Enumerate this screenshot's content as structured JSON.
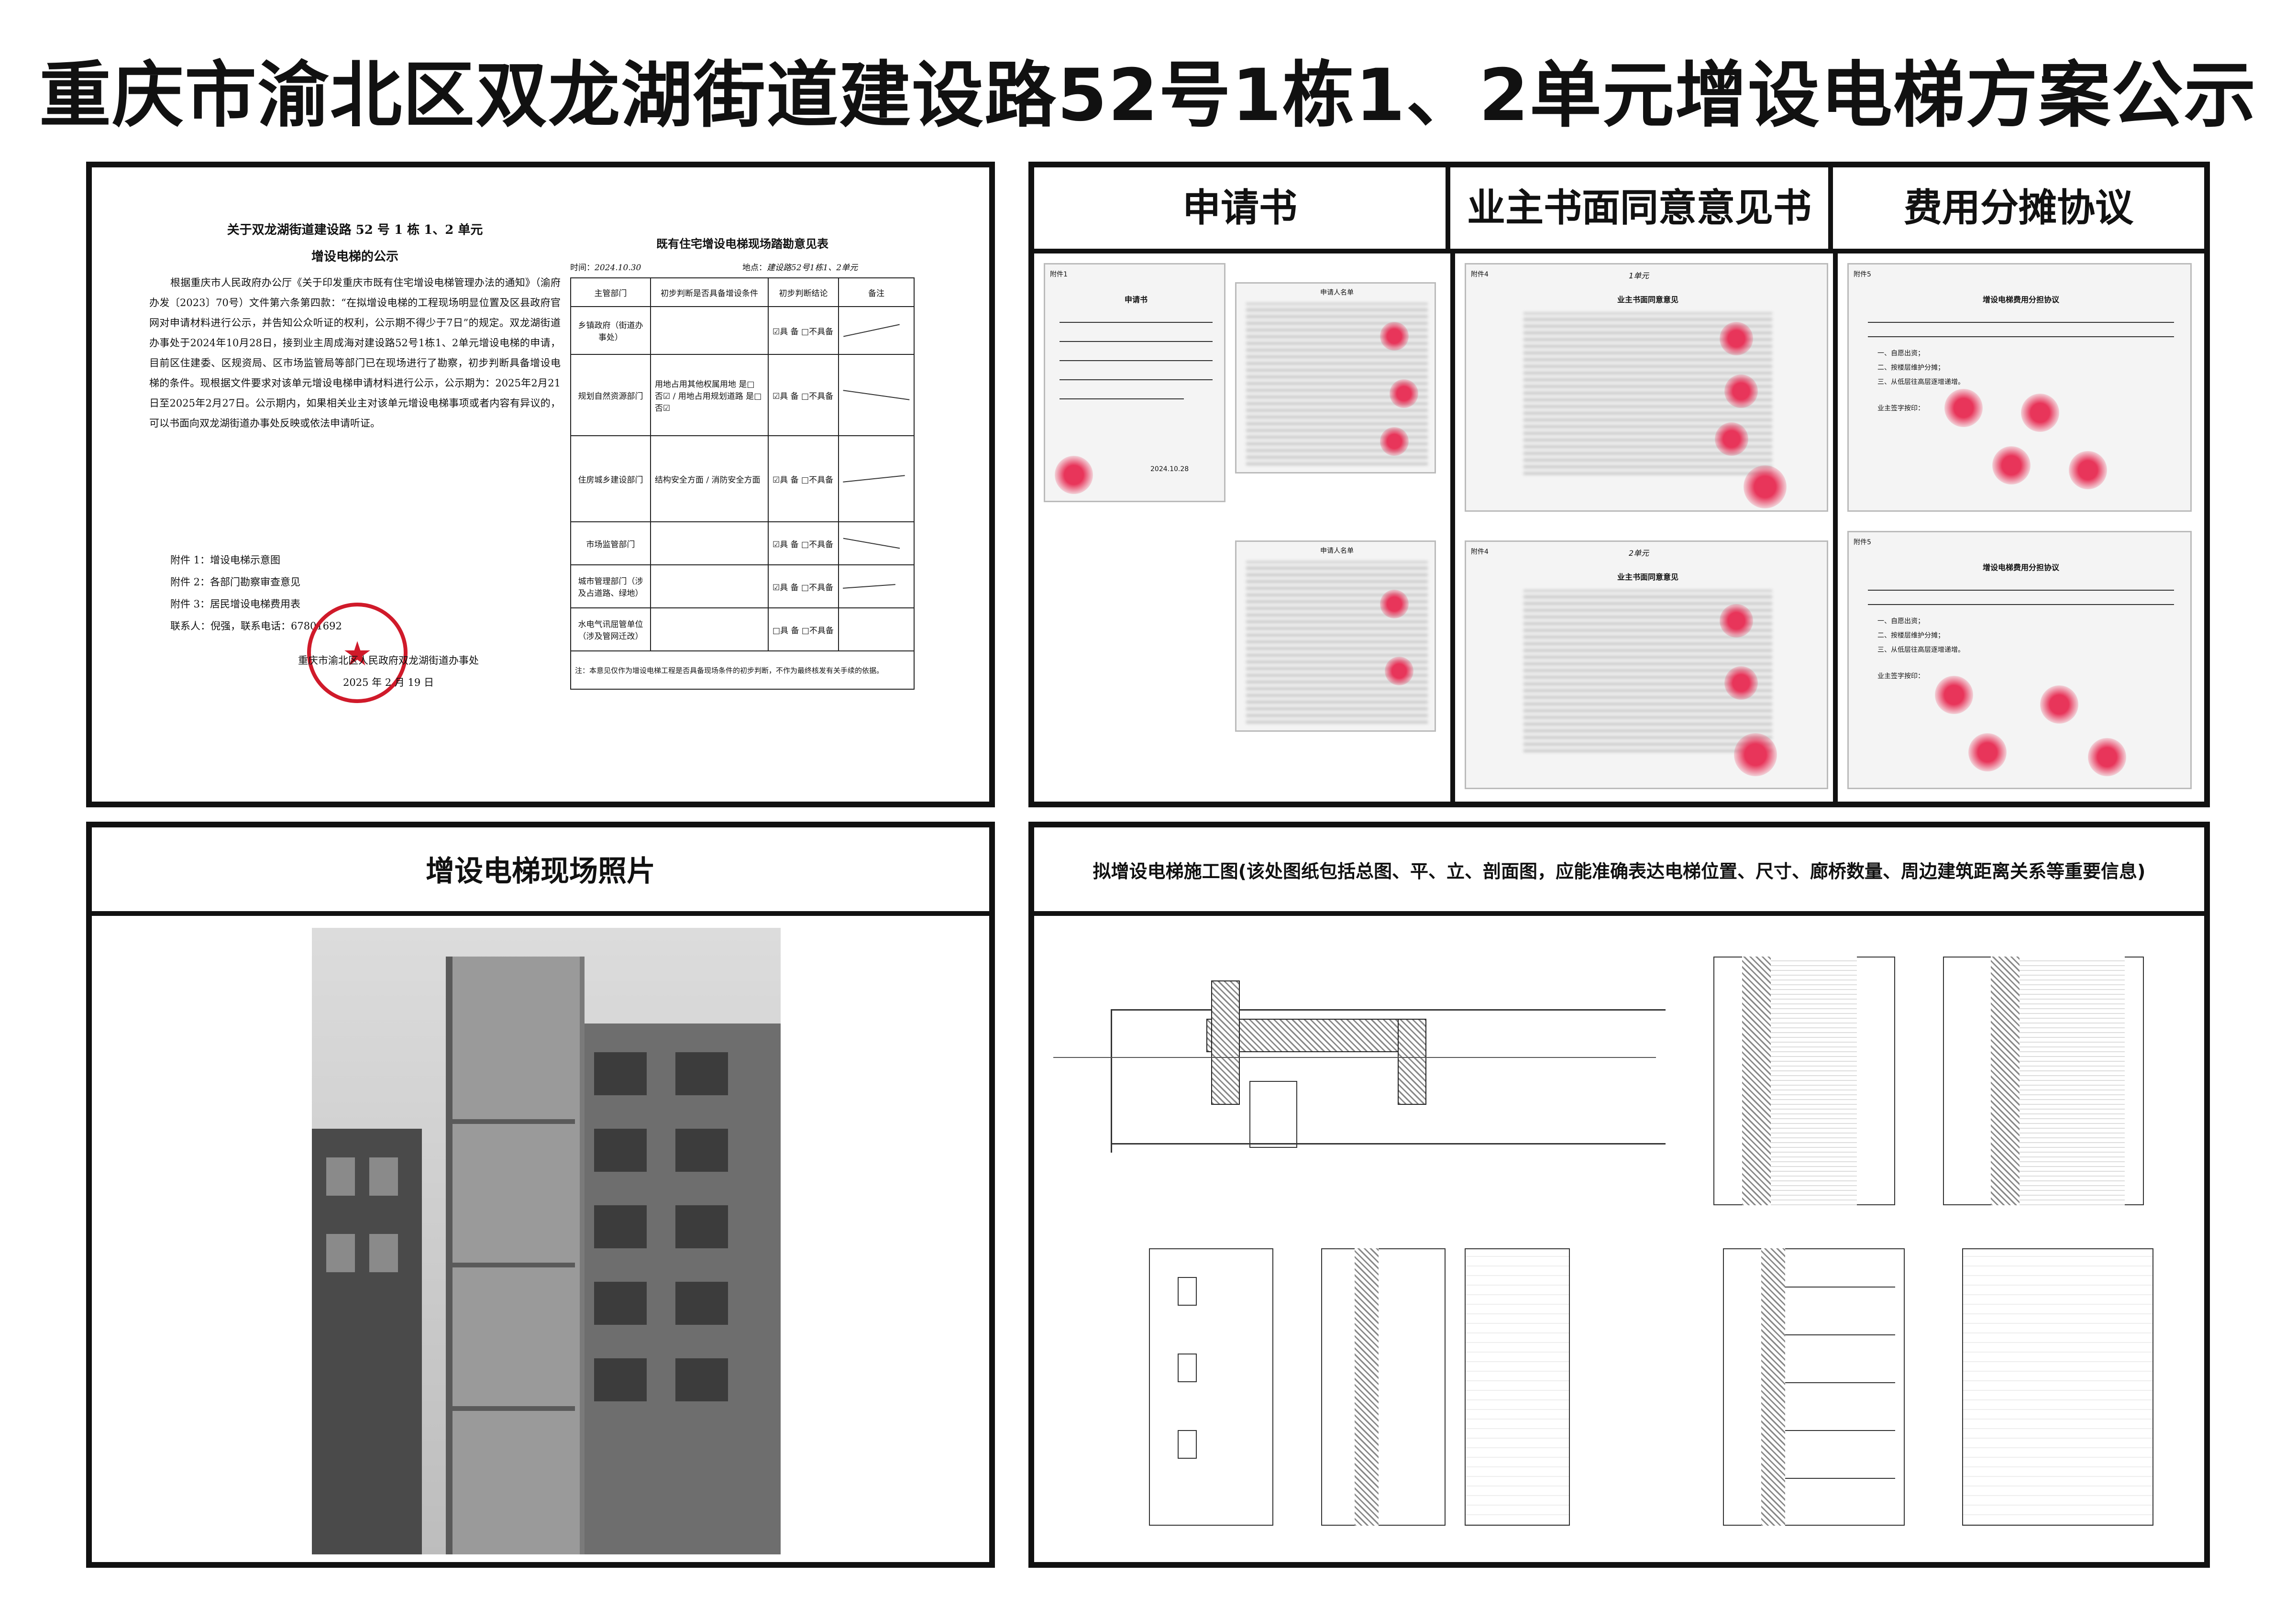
{
  "title": "重庆市渝北区双龙湖街道建设路52号1栋1、2单元增设电梯方案公示",
  "notice": {
    "heading_line1": "关于双龙湖街道建设路 52 号 1 栋 1、2 单元",
    "heading_line2": "增设电梯的公示",
    "paragraph": "根据重庆市人民政府办公厅《关于印发重庆市既有住宅增设电梯管理办法的通知》（渝府办发〔2023〕70号）文件第六条第四款：“在拟增设电梯的工程现场明显位置及区县政府官网对申请材料进行公示，并告知公众听证的权利，公示期不得少于7日”的规定。双龙湖街道办事处于2024年10月28日，接到业主周成海对建设路52号1栋1、2单元增设电梯的申请，目前区住建委、区规资局、区市场监管局等部门已在现场进行了勘察，初步判断具备增设电梯的条件。现根据文件要求对该单元增设电梯申请材料进行公示，公示期为：2025年2月21日至2025年2月27日。公示期内，如果相关业主对该单元增设电梯事项或者内容有异议的，可以书面向双龙湖街道办事处反映或依法申请听证。",
    "attachments": [
      "附件 1：增设电梯示意图",
      "附件 2：各部门勘察审查意见",
      "附件 3：居民增设电梯费用表"
    ],
    "contact": "联系人：倪强，联系电话：67801692",
    "signature": "重庆市渝北区人民政府双龙湖街道办事处",
    "date": "2025 年 2 月 19 日"
  },
  "survey_form": {
    "title": "既有住宅增设电梯现场踏勘意见表",
    "time_label": "时间：",
    "time_value": "2024.10.30",
    "place_label": "地点：",
    "place_value": "建设路52号1栋1、2单元",
    "columns": [
      "主管部门",
      "初步判断是否具备增设条件",
      "初步判断结论",
      "备注"
    ],
    "rows": [
      {
        "dept": "乡镇政府（街道办事处）",
        "condition": "",
        "result": "☑具 备  □不具备"
      },
      {
        "dept": "规划自然资源部门",
        "condition": "用地占用其他权属用地 是□ 否☑  /  用地占用规划道路 是□ 否☑",
        "result": "☑具 备  □不具备"
      },
      {
        "dept": "住房城乡建设部门",
        "condition": "结构安全方面  /  消防安全方面",
        "result": "☑具 备  □不具备"
      },
      {
        "dept": "市场监管部门",
        "condition": "",
        "result": "☑具 备  □不具备"
      },
      {
        "dept": "城市管理部门（涉及占道路、绿地）",
        "condition": "",
        "result": "☑具 备  □不具备"
      },
      {
        "dept": "水电气讯屈管单位（涉及管网迁改）",
        "condition": "",
        "result": "□具 备  □不具备"
      }
    ],
    "note": "注：本意见仅作为增设电梯工程是否具备现场条件的初步判断，不作为最终核发有关手续的依据。"
  },
  "panels": {
    "application": "申请书",
    "consent": "业主书面同意意见书",
    "cost": "费用分摊协议",
    "photo": "增设电梯现场照片",
    "drawings": "拟增设电梯施工图(该处图纸包括总图、平、立、剖面图，应能准确表达电梯位置、尺寸、廊桥数量、周边建筑距离关系等重要信息)"
  },
  "application_doc": {
    "attachment_label": "附件1",
    "heading": "申请书",
    "date": "2024.10.28",
    "table_title": "申请人名单"
  },
  "consent_doc": {
    "attachment_label": "附件4",
    "heading": "业主书面同意意见",
    "mark": "1单元",
    "mark2": "2单元"
  },
  "cost_doc": {
    "attachment_label": "附件5",
    "heading": "增设电梯费用分担协议",
    "items": [
      "一、自愿出资；",
      "二、按楼层维护分摊；",
      "三、从低层往高层逐增递增。"
    ],
    "signers_label": "业主签字按印："
  }
}
